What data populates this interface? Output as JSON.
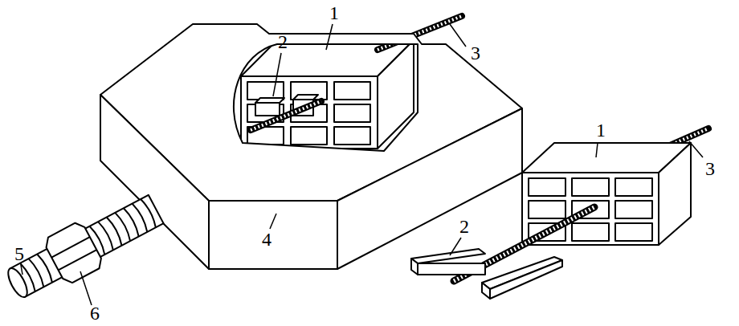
{
  "diagram": {
    "labels": [
      "1",
      "2",
      "3",
      "1",
      "3",
      "2",
      "4",
      "5",
      "6"
    ]
  }
}
